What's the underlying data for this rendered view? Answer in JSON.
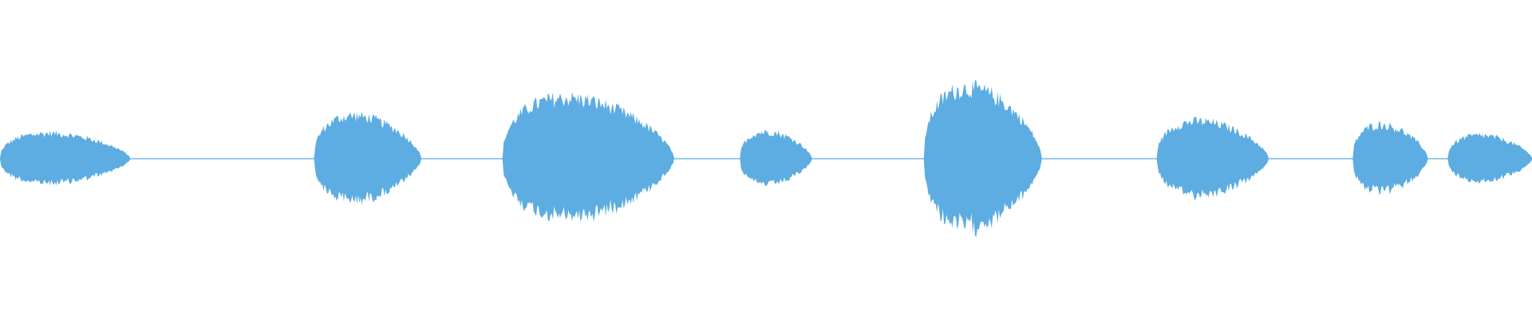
{
  "waveform": {
    "color": "#5DADE2",
    "segments": [
      {
        "start": 0.0,
        "end": 0.085,
        "amplitude": 0.36
      },
      {
        "start": 0.205,
        "end": 0.275,
        "amplitude": 0.61
      },
      {
        "start": 0.328,
        "end": 0.44,
        "amplitude": 0.86
      },
      {
        "start": 0.483,
        "end": 0.53,
        "amplitude": 0.38
      },
      {
        "start": 0.603,
        "end": 0.68,
        "amplitude": 1.0
      },
      {
        "start": 0.755,
        "end": 0.828,
        "amplitude": 0.53
      },
      {
        "start": 0.883,
        "end": 0.932,
        "amplitude": 0.48
      },
      {
        "start": 0.945,
        "end": 1.0,
        "amplitude": 0.33
      }
    ]
  }
}
